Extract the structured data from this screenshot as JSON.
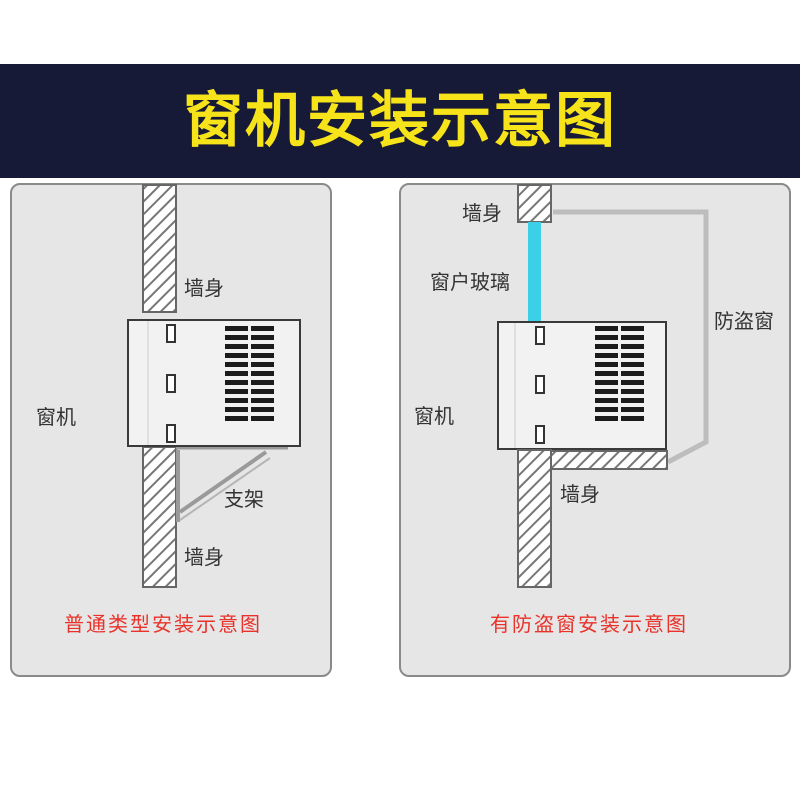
{
  "banner": {
    "title": "窗机安装示意图"
  },
  "left_panel": {
    "wall_upper_label": "墙身",
    "ac_label": "窗机",
    "bracket_label": "支架",
    "wall_lower_label": "墙身",
    "caption": "普通类型安装示意图"
  },
  "right_panel": {
    "wall_upper_label": "墙身",
    "glass_label": "窗户玻璃",
    "guard_label": "防盗窗",
    "ac_label": "窗机",
    "wall_lower_label": "墙身",
    "caption": "有防盗窗安装示意图"
  },
  "colors": {
    "banner_bg": "#161a36",
    "title": "#f7e31a",
    "caption": "#e8322a",
    "glass": "#3ccfe8",
    "panel_bg": "#e6e6e6"
  }
}
